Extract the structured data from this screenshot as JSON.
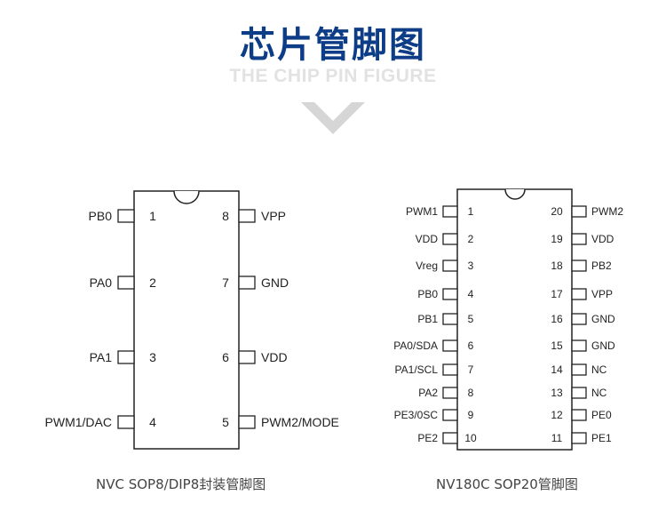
{
  "header": {
    "title": "芯片管脚图",
    "subtitle": "THE CHIP PIN FIGURE",
    "divider_icon": "chevron-down-icon"
  },
  "colors": {
    "title": "#0e3d87",
    "subtitle": "#e2e2e2",
    "chevron": "#d6d6d6",
    "outline": "#222222"
  },
  "chips": [
    {
      "caption": "NVC SOP8/DIP8封装管脚图",
      "left_pins": [
        {
          "num": "1",
          "name": "PB0"
        },
        {
          "num": "2",
          "name": "PA0"
        },
        {
          "num": "3",
          "name": "PA1"
        },
        {
          "num": "4",
          "name": "PWM1/DAC"
        }
      ],
      "right_pins": [
        {
          "num": "8",
          "name": "VPP"
        },
        {
          "num": "7",
          "name": "GND"
        },
        {
          "num": "6",
          "name": "VDD"
        },
        {
          "num": "5",
          "name": "PWM2/MODE"
        }
      ]
    },
    {
      "caption": "NV180C   SOP20管脚图",
      "left_pins": [
        {
          "num": "1",
          "name": "PWM1"
        },
        {
          "num": "2",
          "name": "VDD"
        },
        {
          "num": "3",
          "name": "Vreg"
        },
        {
          "num": "4",
          "name": "PB0"
        },
        {
          "num": "5",
          "name": "PB1"
        },
        {
          "num": "6",
          "name": "PA0/SDA"
        },
        {
          "num": "7",
          "name": "PA1/SCL"
        },
        {
          "num": "8",
          "name": "PA2"
        },
        {
          "num": "9",
          "name": "PE3/0SC"
        },
        {
          "num": "10",
          "name": "PE2"
        }
      ],
      "right_pins": [
        {
          "num": "20",
          "name": "PWM2"
        },
        {
          "num": "19",
          "name": "VDD"
        },
        {
          "num": "18",
          "name": "PB2"
        },
        {
          "num": "17",
          "name": "VPP"
        },
        {
          "num": "16",
          "name": "GND"
        },
        {
          "num": "15",
          "name": "GND"
        },
        {
          "num": "14",
          "name": "NC"
        },
        {
          "num": "13",
          "name": "NC"
        },
        {
          "num": "12",
          "name": "PE0"
        },
        {
          "num": "11",
          "name": "PE1"
        }
      ]
    }
  ]
}
